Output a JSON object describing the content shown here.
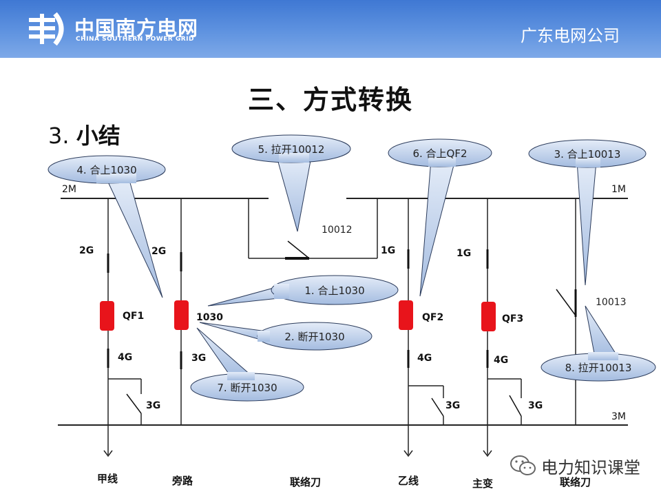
{
  "header": {
    "logo_cn": "中国南方电网",
    "logo_en": "CHINA SOUTHERN POWER GRID",
    "company": "广东电网公司"
  },
  "title": "三、方式转换",
  "subtitle": {
    "number": "3.",
    "text": "小结"
  },
  "bus_labels": {
    "left_top": "2M",
    "right_top": "1M",
    "bottom": "3M"
  },
  "equipment_labels": {
    "f1_2g": "2G",
    "f2_2g": "2G",
    "tie_1g": "1G",
    "f4_1g": "1G",
    "qf1": "QF1",
    "b1030": "1030",
    "qf2": "QF2",
    "qf3": "QF3",
    "f1_4g": "4G",
    "f2_3g": "3G",
    "f3_4g": "4G",
    "f4_4g": "4G",
    "f1_3g": "3G",
    "f3_3g": "3G",
    "f4_3g": "3G",
    "s10012": "10012",
    "s10013": "10013"
  },
  "feeders": {
    "jia": "甲线",
    "pang": "旁路",
    "tie1": "联络刀",
    "yi": "乙线",
    "zhubian": "主变",
    "tie2": "联络刀"
  },
  "callouts": {
    "c1": "1. 合上1030",
    "c2": "2. 断开1030",
    "c3": "3. 合上10013",
    "c4": "4. 合上1030",
    "c5": "5. 拉开10012",
    "c6": "6. 合上QF2",
    "c7": "7. 断开1030",
    "c8": "8. 拉开10013"
  },
  "colors": {
    "breaker": "#e8141b",
    "bubble_top": "#e4ecf8",
    "bubble_bottom": "#a4bce0",
    "line": "#222222"
  },
  "watermark": {
    "text": "电力知识课堂",
    "icon": "wechat-icon"
  }
}
